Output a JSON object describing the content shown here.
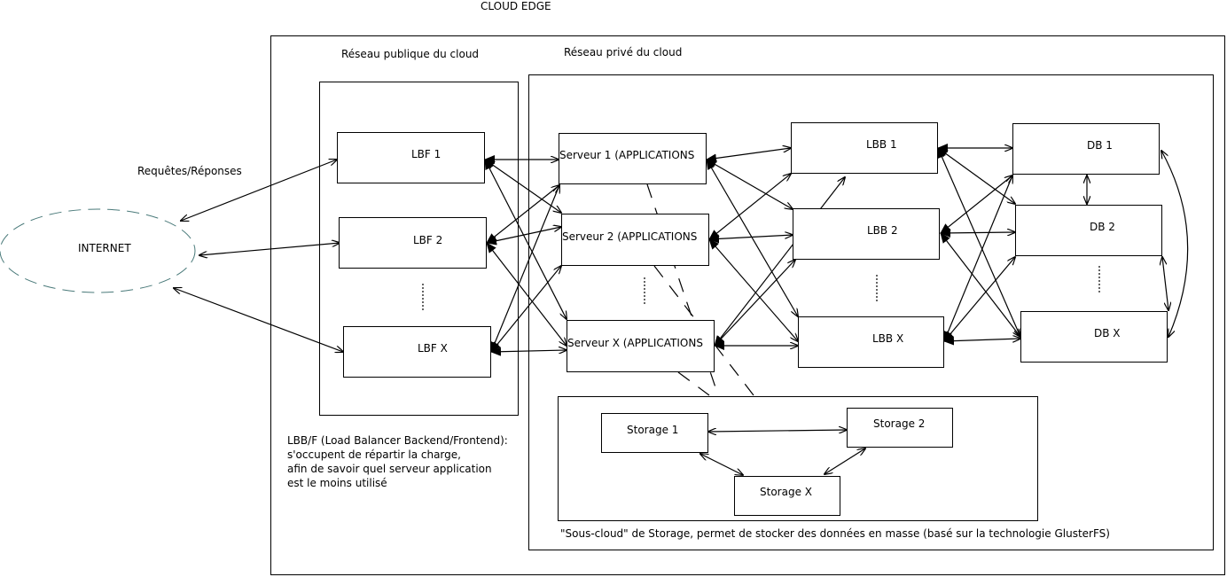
{
  "title": "CLOUD EDGE",
  "public_network": {
    "label": "Réseau publique du cloud"
  },
  "private_network": {
    "label": "Réseau privé du cloud"
  },
  "requests_label": "Requêtes/Réponses",
  "internet": {
    "label": "INTERNET"
  },
  "lbf": {
    "lbf1": "LBF 1",
    "lbf2": "LBF 2",
    "lbfx": "LBF X"
  },
  "servers": {
    "s1": "Serveur 1 (APPLICATIONS",
    "s2": "Serveur 2 (APPLICATIONS",
    "sx": "Serveur X (APPLICATIONS"
  },
  "lbb": {
    "lbb1": "LBB 1",
    "lbb2": "LBB 2",
    "lbbx": "LBB X"
  },
  "db": {
    "db1": "DB 1",
    "db2": "DB 2",
    "dbx": "DB X"
  },
  "storage": {
    "s1": "Storage 1",
    "s2": "Storage 2",
    "sx": "Storage X",
    "caption": "\"Sous-cloud\" de Storage, permet de stocker des données en masse (basé sur la technologie GlusterFS)"
  },
  "note": {
    "line1": "LBB/F (Load Balancer Backend/Frontend):",
    "line2": "s'occupent de répartir la charge,",
    "line3": "afin de savoir quel serveur application",
    "line4": "est le moins utilisé"
  }
}
